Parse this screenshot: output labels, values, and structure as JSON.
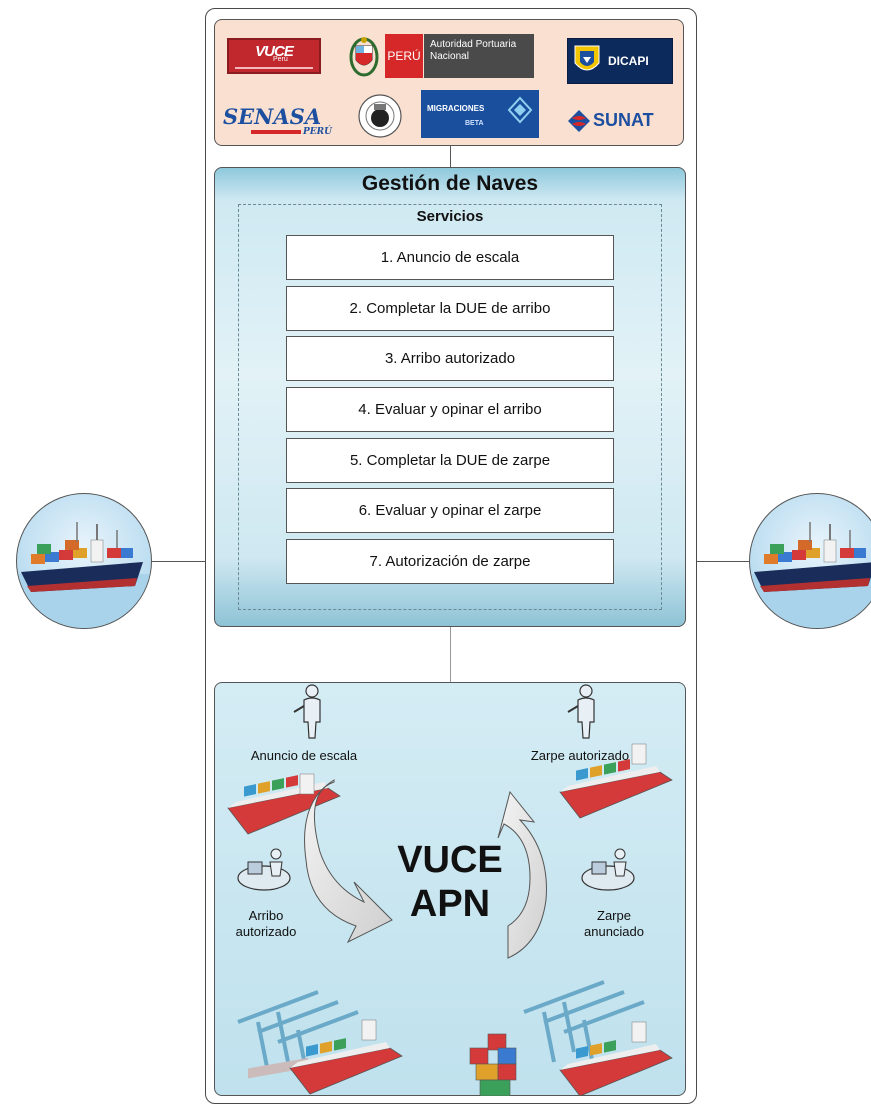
{
  "logos": {
    "vuce": "VUCE",
    "vuce_sub": "Perú",
    "peru": "PERÚ",
    "apn": "Autoridad Portuaria Nacional",
    "dicapi": "DICAPI",
    "senasa": "SENASA",
    "senasa_sub": "PERÚ",
    "migraciones": "MIGRACIONES",
    "migraciones_sub": "BETA",
    "sunat": "SUNAT"
  },
  "panel": {
    "title": "Gestión de Naves",
    "services_title": "Servicios",
    "services": [
      "1. Anuncio de escala",
      "2. Completar la DUE de arribo",
      "3. Arribo autorizado",
      "4. Evaluar y opinar el arribo",
      "5. Completar la DUE de  zarpe",
      "6. Evaluar y opinar el zarpe",
      "7. Autorización de zarpe"
    ]
  },
  "flow": {
    "center_line1": "VUCE",
    "center_line2": "APN",
    "anuncio": "Anuncio de escala",
    "zarpe_autorizado": "Zarpe autorizado",
    "arribo_l1": "Arribo",
    "arribo_l2": "autorizado",
    "zarpe_anunciado_l1": "Zarpe",
    "zarpe_anunciado_l2": "anunciado"
  },
  "colors": {
    "panel_blue": "#a9d6e6",
    "logo_bg": "#fae0d0",
    "vuce_red": "#c0282d",
    "arrow_gray": "#e6e6e6"
  }
}
